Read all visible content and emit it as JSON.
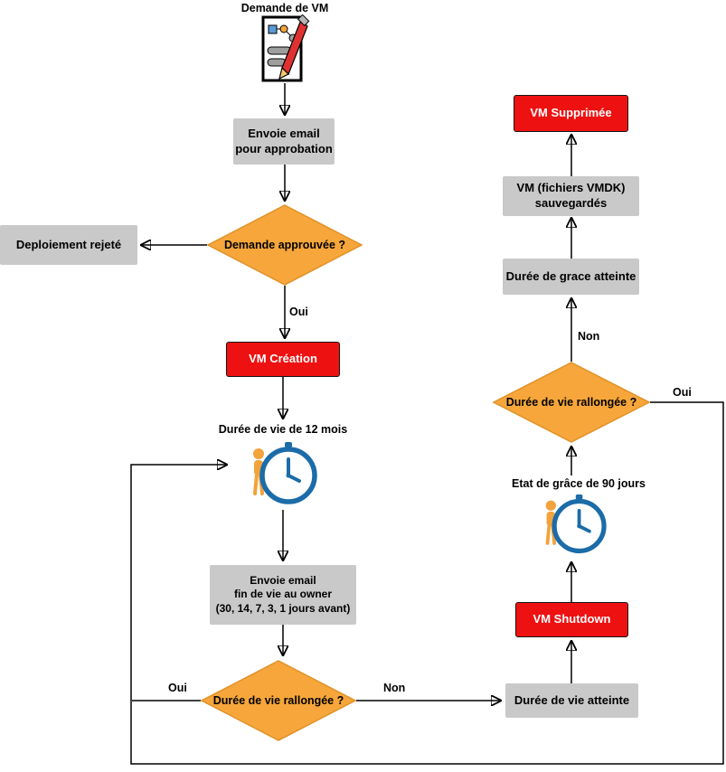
{
  "flow": {
    "request_label": "Demande de VM",
    "email_approval": "Envoie email\npour approbation",
    "decision_approved": "Demande approuvée ?",
    "rejected": "Deploiement rejeté",
    "oui_approved": "Oui",
    "vm_creation": "VM Création",
    "lifetime_label": "Durée de vie de 12 mois",
    "email_eol": "Envoie email\nfin de vie au owner\n(30, 14, 7, 3, 1 jours avant)",
    "decision_extend": "Durée de vie rallongée ?",
    "oui_extend": "Oui",
    "non_extend": "Non",
    "lifetime_reached": "Durée de vie atteinte",
    "vm_shutdown": "VM Shutdown",
    "grace_label": "Etat de grâce de 90 jours",
    "decision_extend_right": "Durée de vie rallongée ?",
    "oui_extend_right": "Oui",
    "non_extend_right": "Non",
    "grace_reached": "Durée de grace atteinte",
    "vmdk_saved": "VM (fichiers VMDK)\nsauvegardés",
    "vm_deleted": "VM Supprimée"
  },
  "icons": {
    "document_icon": "vm-request-form",
    "clock_icon": "person-with-clock"
  },
  "colors": {
    "gray_box": "#c9c9c9",
    "red_box": "#ee1111",
    "orange_diamond": "#f6a63a",
    "clock_blue": "#1b6ca8",
    "person_orange": "#f2a33c",
    "line": "#000000"
  }
}
